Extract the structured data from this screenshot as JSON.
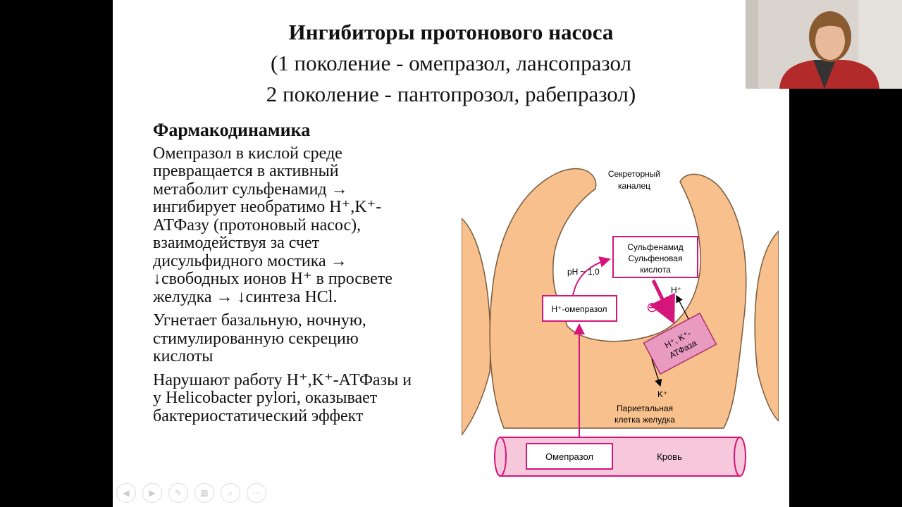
{
  "slide": {
    "title_line1": "Ингибиторы протонового насоса",
    "title_line2": "(1 поколение - омепразол, лансопразол",
    "title_line3": "2 поколение - пантопрозол, рабепразол)",
    "heading": "Фармакодинамика",
    "paragraph1": "Омепразол в кислой среде\nпревращается в активный\nметаболит сульфенамид →\nингибирует необратимо H⁺,K⁺-\nАТФазу (протоновый насос),\nвзаимодействуя за счет\nдисульфидного мостика →\n↓свободных ионов H⁺ в просвете\nжелудка  → ↓синтеза HCl.",
    "paragraph2": "Угнетает базальную, ночную,\nстимулированную секрецию\nкислоты",
    "paragraph3": "Нарушают работу H⁺,K⁺-АТФазы и\nу Helicobacter pylori, оказывает\nбактериостатический эффект"
  },
  "diagram": {
    "canal_label_1": "Секреторный",
    "canal_label_2": "каналец",
    "ph_label": "pH ~ 1,0",
    "sulfenamide_1": "Сульфенамид",
    "sulfenamide_2": "Сульфеновая",
    "sulfenamide_3": "кислота",
    "h_omeprazole": "H⁺-омепразол",
    "inhibit_sign": "⊖",
    "atpase_1": "H⁺, K⁺-",
    "atpase_2": "АТФаза",
    "h_ion": "H⁺",
    "k_ion": "K⁺",
    "cell_label_1": "Париетальная",
    "cell_label_2": "клетка желудка",
    "omeprazole": "Омепразол",
    "blood": "Кровь"
  },
  "colors": {
    "cell_fill": "#f7c08c",
    "accent": "#d6157a",
    "atpase_fill": "#e89ac0",
    "vessel_fill": "#f7c8dc"
  },
  "toolbar": {
    "icons": [
      "prev-icon",
      "next-icon",
      "pen-icon",
      "slides-icon",
      "zoom-icon",
      "more-icon"
    ]
  }
}
